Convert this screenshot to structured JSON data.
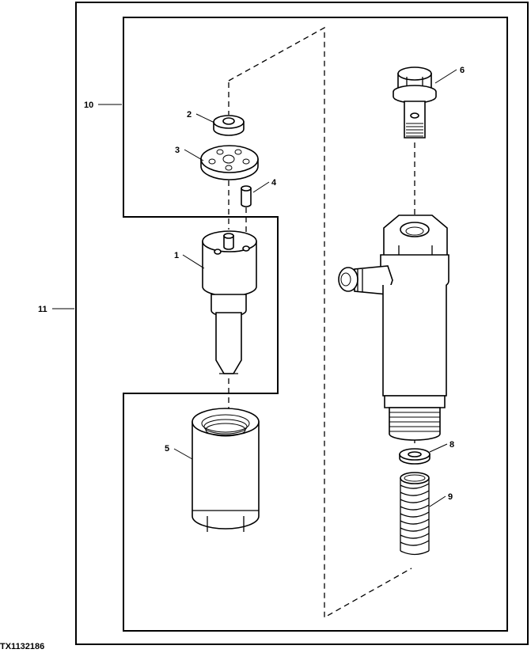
{
  "figure_id": "TX1132186",
  "callouts": {
    "c1": "1",
    "c2": "2",
    "c3": "3",
    "c4": "4",
    "c5": "5",
    "c6": "6",
    "c8": "8",
    "c9": "9",
    "c10": "10",
    "c11": "11"
  }
}
